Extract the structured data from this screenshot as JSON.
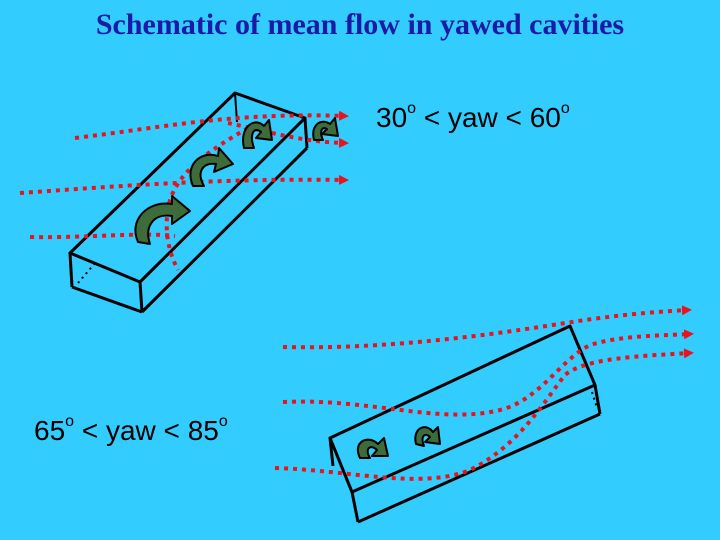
{
  "title": "Schematic of mean flow in yawed cavities",
  "labels": {
    "top": {
      "low": "30",
      "deg": "o",
      "text": " < yaw < ",
      "high": "60"
    },
    "bottom": {
      "low": "65",
      "deg": "o",
      "text": " < yaw < ",
      "high": "85"
    }
  },
  "colors": {
    "background": "#33ccff",
    "title": "#1a1aa6",
    "streamline": "#e8141c",
    "vortex": "#3d6b3a",
    "box_edge": "#000000"
  }
}
